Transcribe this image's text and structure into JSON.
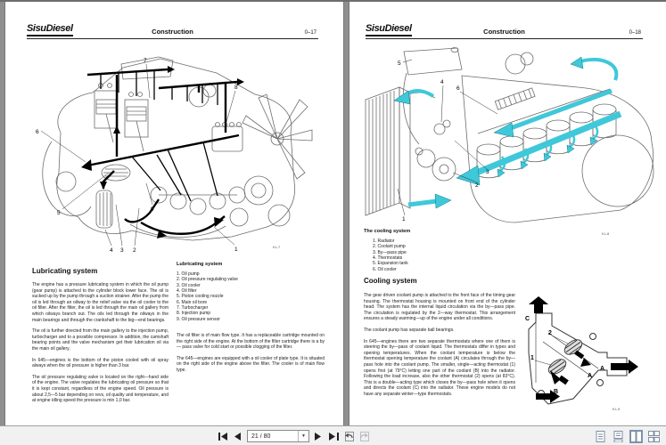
{
  "toolbar": {
    "page_field": "21 / 80",
    "dropdown_glyph": "▼"
  },
  "left_page": {
    "header": {
      "logo": "SisuDiesel",
      "title": "Construction",
      "page_no": "0–17"
    },
    "figure": {
      "caption_code": "KI–7",
      "callouts": [
        "1",
        "2",
        "3",
        "4",
        "5",
        "6",
        "7",
        "8",
        "9"
      ]
    },
    "col1": {
      "heading": "Lubricating system",
      "p1": "The engine has a pressure lubricating system in which the oil pump (gear pump) is attached to the cylinder block lower face. The oil is sucked up by the pump through a suction strainer. After the pump the oil is led through an oilway to the relief valve via the oil cooler to the oil filter. After the filter, the oil is led through the main oil gallery from which oilways branch out. The oils led through the oilways in the main bearings and through the crankshaft to the big—end bearings.",
      "p2": "The oil is further directed from the main gallery to the injection pump, turbocharger and to a possible compressor. In addition, the camshaft bearing points and the valve mechanism get their lubrication oil via the main oil gallery.",
      "p3": "In 645—engines is the bottom of the piston cooled with oil spray always when the oil pressure is higher than 3 bar.",
      "p4": "The oil pressure regulating valve is located on the right—hand side of the engine. The valve regulates the lubricating oil pressure so that it is kept constant, regardless of the engine speed. Oil pressure is about 2,5—5 bar depending on revs, oil quality and temperature, and at engine idling speed the pressure is min 1,0 bar."
    },
    "col2": {
      "heading": "Lubricating system",
      "items": [
        "1. Oil pump",
        "2. Oil pressure regulating valve",
        "3. Oil cooler",
        "4. Oil filter",
        "5. Piston cooling nozzle",
        "6. Main oil bore",
        "7. Turbocharger",
        "8. Injection pump",
        "9. Oil pressure sensor"
      ],
      "p1": "The oil filter is of main flow type. It has a replaceable cartridge mounted on the right side of the engine. At the bottom of the filter cartridge there is a by— pass valve for cold start or possible clogging of the filter.",
      "p2": "The 645—engines are equipped with a oil cooler of plate type. It is situated on the right side of the engine above the filter. The cooler is of main flow type."
    }
  },
  "right_page": {
    "header": {
      "logo": "SisuDiesel",
      "title": "Construction",
      "page_no": "0–18"
    },
    "figure": {
      "caption_label": "The cooling system",
      "caption_code": "KI–8",
      "callouts": [
        "1",
        "2",
        "3",
        "4",
        "5",
        "6"
      ],
      "items": [
        "1. Radiator",
        "2. Coolant pump",
        "3. By—pass pipe",
        "4. Thermostats",
        "5. Expansion tank",
        "6. Oil cooler"
      ]
    },
    "section": {
      "heading": "Cooling system",
      "p1": "The gear driven coolant pump is attached to the front face of the timing gear housing. The thermostat housing is mounted on front end of the cylinder head. The system has the internal liquid circulation via the by—pass pipe. The circulation is regulated by the 2—way thermostat. This arrangement ensures a steady warming—up of the engine under all conditions.",
      "p2": "The coolant pump has separate ball bearings.",
      "p3": "In 645—engines there are two separate thermostats where one of them is steering the by—pass of coolant liquid. The thermostats differ in types and opening temperatures. When the coolant temperature is below the thermostat opening temperature the coolant (A) circulates through the by—pass hole into the coolant pump. The smaller, single—acting thermostat (1) opens first (at 79°C) letting one part of the coolant (B) into the radiator. Following the load increase, also the other thermostat (2) opens (at 83°C). This is a double—acting type which closes the by—pass hole when it opens and directs the coolant (C) into the radiator. These engine models do not have any separate winter—type thermostats."
    },
    "detail_figure": {
      "caption_code": "KI–9",
      "labels": {
        "c": "C",
        "t2": "2",
        "t1": "1",
        "a": "A",
        "b": "B"
      }
    }
  },
  "colors": {
    "coolant": "#3fc8d9",
    "ink": "#000000"
  }
}
